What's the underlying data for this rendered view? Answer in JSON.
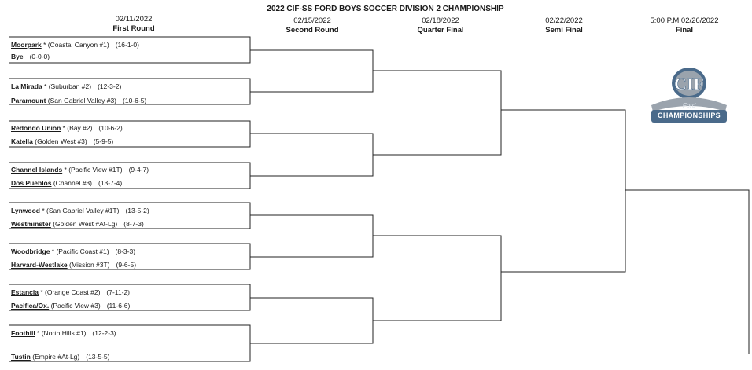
{
  "title": "2022 CIF-SS FORD BOYS SOCCER DIVISION 2 CHAMPIONSHIP",
  "rounds": [
    {
      "date": "02/11/2022",
      "name": "First Round"
    },
    {
      "date": "02/15/2022",
      "name": "Second Round"
    },
    {
      "date": "02/18/2022",
      "name": "Quarter Final"
    },
    {
      "date": "02/22/2022",
      "name": "Semi Final"
    },
    {
      "date": "5:00 P.M 02/26/2022",
      "name": "Final"
    }
  ],
  "teams": [
    {
      "name": "Moorpark",
      "seed": " * (Coastal Canyon #1)",
      "record": "(16-1-0)"
    },
    {
      "name": "Bye",
      "seed": "",
      "record": "(0-0-0)"
    },
    {
      "name": "La Mirada",
      "seed": " * (Suburban #2)",
      "record": "(12-3-2)"
    },
    {
      "name": "Paramount",
      "seed": " (San Gabriel Valley #3)",
      "record": "(10-6-5)"
    },
    {
      "name": "Redondo Union",
      "seed": " * (Bay #2)",
      "record": "(10-6-2)"
    },
    {
      "name": "Katella",
      "seed": " (Golden West #3)",
      "record": "(5-9-5)"
    },
    {
      "name": "Channel Islands",
      "seed": " * (Pacific View #1T)",
      "record": "(9-4-7)"
    },
    {
      "name": "Dos Pueblos",
      "seed": " (Channel #3)",
      "record": "(13-7-4)"
    },
    {
      "name": "Lynwood",
      "seed": " * (San Gabriel Valley #1T)",
      "record": "(13-5-2)"
    },
    {
      "name": "Westminster",
      "seed": " (Golden West #At-Lg)",
      "record": "(8-7-3)"
    },
    {
      "name": "Woodbridge",
      "seed": " * (Pacific Coast #1)",
      "record": "(8-3-3)"
    },
    {
      "name": "Harvard-Westlake",
      "seed": " (Mission #3T)",
      "record": "(9-6-5)"
    },
    {
      "name": "Estancia",
      "seed": " * (Orange Coast #2)",
      "record": "(7-11-2)"
    },
    {
      "name": "Pacifica/Ox.",
      "seed": " (Pacific View #3)",
      "record": "(11-6-6)"
    },
    {
      "name": "Foothill",
      "seed": " * (North Hills #1)",
      "record": "(12-2-3)"
    },
    {
      "name": "Tustin",
      "seed": " (Empire #At-Lg)",
      "record": "(13-5-5)"
    }
  ],
  "logo": {
    "top": "CIF",
    "sub": "Ford",
    "main": "CHAMPIONSHIPS"
  },
  "colors": {
    "line": "#222222",
    "logo_blue": "#4a6a8a",
    "logo_gray": "#9aa3ad"
  }
}
